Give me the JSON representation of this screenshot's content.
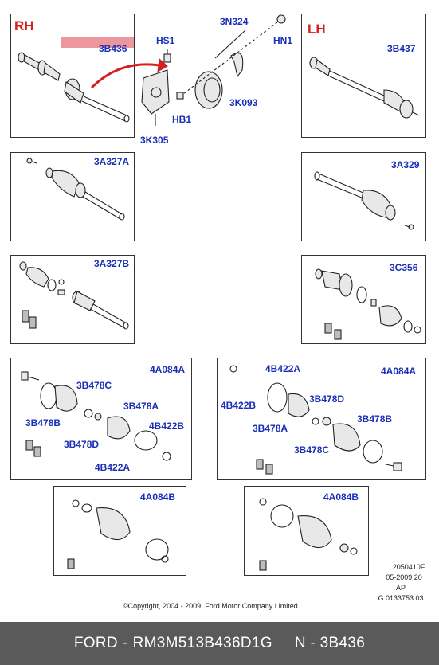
{
  "sides": {
    "rh": "RH",
    "lh": "LH"
  },
  "parts": {
    "p_3b436": "3B436",
    "p_hs1": "HS1",
    "p_3n324": "3N324",
    "p_hn1": "HN1",
    "p_3k093": "3K093",
    "p_hb1": "HB1",
    "p_3k305": "3K305",
    "p_3b437": "3B437",
    "p_3a327a": "3A327A",
    "p_3a329": "3A329",
    "p_3a327b": "3A327B",
    "p_3c356": "3C356",
    "rh_4a084a": "4A084A",
    "rh_3b478c": "3B478C",
    "rh_3b478b": "3B478B",
    "rh_3b478a": "3B478A",
    "rh_4b422b": "4B422B",
    "rh_3b478d": "3B478D",
    "rh_4b422a": "4B422A",
    "lh_4b422a": "4B422A",
    "lh_4a084a": "4A084A",
    "lh_4b422b": "4B422B",
    "lh_3b478d": "3B478D",
    "lh_3b478a": "3B478A",
    "lh_3b478b": "3B478B",
    "lh_3b478c": "3B478C",
    "p_4a084b_left": "4A084B",
    "p_4a084b_right": "4A084B"
  },
  "meta": {
    "line1": "2050410F",
    "line2": "05-2009 20",
    "line3": "AP",
    "line4": "G 0133753 03"
  },
  "copyright": "©Copyright, 2004 - 2009, Ford Motor Company Limited",
  "footer": {
    "brand": "FORD",
    "separator": "-",
    "part_number": "RM3M513B436D1G",
    "label": "N - 3B436"
  },
  "colors": {
    "code_blue": "#1a2fb8",
    "side_red": "#d42020",
    "highlight": "#e8858c",
    "footer_bg": "#5a5a5a"
  }
}
